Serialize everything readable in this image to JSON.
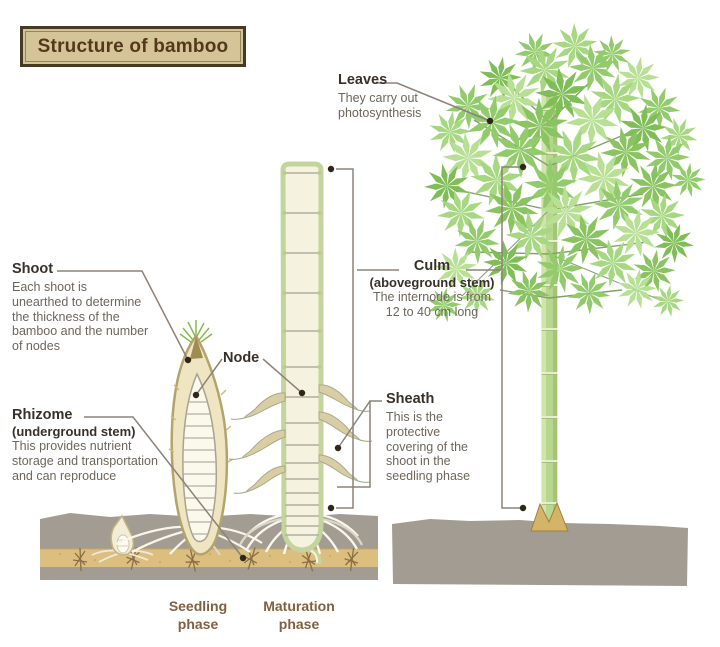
{
  "title": "Structure of bamboo",
  "labels": {
    "leaves": {
      "heading": "Leaves",
      "body": "They carry out\nphotosynthesis"
    },
    "shoot": {
      "heading": "Shoot",
      "body": "Each shoot is\nunearthed to determine\nthe thickness of the\nbamboo and the number\nof nodes"
    },
    "rhizome": {
      "heading": "Rhizome",
      "subheading": "(underground stem)",
      "body": "This provides nutrient\nstorage and transportation\nand can reproduce"
    },
    "node": {
      "heading": "Node"
    },
    "culm": {
      "heading": "Culm",
      "subheading": "(aboveground stem)",
      "body": "The internode is from\n12 to 40 cm long"
    },
    "sheath": {
      "heading": "Sheath",
      "body": "This is the\nprotective\ncovering of the\nshoot in the\nseedling phase"
    }
  },
  "phases": {
    "seedling": "Seedling\nphase",
    "maturation": "Maturation\nphase"
  },
  "colors": {
    "title_bg": "#d5c498",
    "title_border": "#463a22",
    "title_text": "#54381b",
    "heading_text": "#39302a",
    "body_text": "#6e665c",
    "phase_text": "#82603f",
    "pointer_line": "#8d8279",
    "pointer_dot": "#2f2619",
    "soil": "#a29c93",
    "rhizome_strip": "#dcbf7f",
    "stalk_fill": "#f6f2e0",
    "stalk_rim": "#c3d49c",
    "sheath_leaf": "#d9cda4",
    "shoot_fill": "#efe5c2",
    "culm_green": "#b7d68e",
    "leaf_greens": [
      "#7fbe56",
      "#92cb6b",
      "#a6d781",
      "#b7e094",
      "#89c460"
    ]
  }
}
